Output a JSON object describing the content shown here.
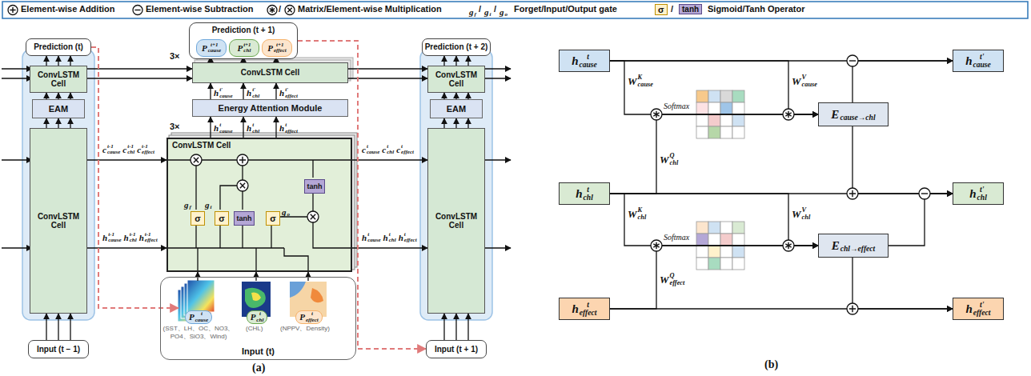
{
  "diagram": {
    "nodes": [
      {
        "text": [
          "Prediction (t)"
        ]
      },
      {
        "text": [
          "ConvLSTM Cell"
        ]
      },
      {
        "text": [
          "EAM"
        ]
      },
      {
        "text": [
          "ConvLSTM Cell"
        ]
      },
      {
        "text": [
          "Input (t − 1)"
        ]
      },
      {
        "text": [
          "Prediction (t + 1)"
        ]
      },
      {
        "text": [
          "P",
          "t+1",
          "cause"
        ],
        "in": 5
      },
      {
        "text": [
          "P",
          "t+1",
          "chl"
        ],
        "in": 5
      },
      {
        "text": [
          "P",
          "t+1",
          "effect"
        ],
        "in": 5
      },
      {
        "text": [
          "ConvLSTM Cell"
        ]
      },
      {
        "text": [
          "Energy Attention Module"
        ]
      },
      {
        "text": [
          "ConvLSTM Cell"
        ]
      },
      {
        "text": [
          "σ"
        ],
        "in": 11
      },
      {
        "text": [
          "σ"
        ],
        "in": 11
      },
      {
        "text": [
          "tanh"
        ],
        "in": 11
      },
      {
        "text": [
          "σ"
        ],
        "in": 11
      },
      {
        "text": [
          "tanh"
        ],
        "in": 11
      },
      {
        "text": [
          "Input (t)"
        ]
      },
      {
        "text": [
          "P",
          "t",
          "cause"
        ],
        "in": 17
      },
      {
        "text": [
          "P",
          "t",
          "chl"
        ],
        "in": 17
      },
      {
        "text": [
          "P",
          "t",
          "effect"
        ],
        "in": 17
      },
      {
        "text": [
          "Prediction (t + 2)"
        ]
      },
      {
        "text": [
          "ConvLSTM Cell"
        ]
      },
      {
        "text": [
          "EAM"
        ]
      },
      {
        "text": [
          "ConvLSTM Cell"
        ]
      },
      {
        "text": [
          "Input (t + 1)"
        ]
      },
      {
        "text": [
          "h",
          "t",
          "cause"
        ]
      },
      {
        "text": [
          "h",
          "t",
          "chl"
        ]
      },
      {
        "text": [
          "h",
          "t",
          "effect"
        ]
      },
      {
        "text": [
          "E",
          "cause→chl"
        ]
      },
      {
        "text": [
          "E",
          "chl→effect"
        ]
      },
      {
        "text": [
          "h",
          "t'",
          "cause"
        ]
      },
      {
        "text": [
          "h",
          "t'",
          "chl"
        ]
      },
      {
        "text": [
          "h",
          "t'",
          "effect"
        ]
      }
    ],
    "edges": [
      {
        "from": 4,
        "to": 3,
        "arrow": "to"
      },
      {
        "from": 4,
        "to": 3,
        "arrow": "to"
      },
      {
        "from": 4,
        "to": 3,
        "arrow": "to"
      },
      {
        "from": 3,
        "to": 2,
        "arrow": "to"
      },
      {
        "from": 3,
        "to": 2,
        "arrow": "to"
      },
      {
        "from": 3,
        "to": 2,
        "arrow": "to"
      },
      {
        "from": 2,
        "to": 1,
        "arrow": "to"
      },
      {
        "from": 2,
        "to": 1,
        "arrow": "to"
      },
      {
        "from": 2,
        "to": 1,
        "arrow": "to"
      },
      {
        "from": 1,
        "to": 0,
        "arrow": "to"
      },
      {
        "from": 1,
        "to": 0,
        "arrow": "to"
      },
      {
        "from": 1,
        "to": 0,
        "arrow": "to"
      },
      {
        "from": 11,
        "to": 10,
        "arrow": "to"
      },
      {
        "from": 11,
        "to": 10,
        "arrow": "to"
      },
      {
        "from": 11,
        "to": 10,
        "arrow": "to"
      },
      {
        "from": 10,
        "to": 9,
        "arrow": "to"
      },
      {
        "from": 10,
        "to": 9,
        "arrow": "to"
      },
      {
        "from": 10,
        "to": 9,
        "arrow": "to"
      },
      {
        "from": 9,
        "to": 6,
        "arrow": "to"
      },
      {
        "from": 9,
        "to": 7,
        "arrow": "to"
      },
      {
        "from": 9,
        "to": 8,
        "arrow": "to"
      },
      {
        "from": 18,
        "to": 11,
        "arrow": "to"
      },
      {
        "from": 19,
        "to": 11,
        "arrow": "to"
      },
      {
        "from": 20,
        "to": 11,
        "arrow": "to"
      },
      {
        "from": 25,
        "to": 24,
        "arrow": "to"
      },
      {
        "from": 25,
        "to": 24,
        "arrow": "to"
      },
      {
        "from": 25,
        "to": 24,
        "arrow": "to"
      },
      {
        "from": 24,
        "to": 23,
        "arrow": "to"
      },
      {
        "from": 24,
        "to": 23,
        "arrow": "to"
      },
      {
        "from": 24,
        "to": 23,
        "arrow": "to"
      },
      {
        "from": 23,
        "to": 22,
        "arrow": "to"
      },
      {
        "from": 23,
        "to": 22,
        "arrow": "to"
      },
      {
        "from": 23,
        "to": 22,
        "arrow": "to"
      },
      {
        "from": 22,
        "to": 21,
        "arrow": "to"
      },
      {
        "from": 22,
        "to": 21,
        "arrow": "to"
      },
      {
        "from": 22,
        "to": 21,
        "arrow": "to"
      },
      {
        "from": 3,
        "to": 11,
        "arrow": "to"
      },
      {
        "from": 3,
        "to": 11,
        "arrow": "to"
      },
      {
        "from": 11,
        "to": 24,
        "arrow": "to"
      },
      {
        "from": 11,
        "to": 24,
        "arrow": "to"
      },
      {
        "from": 1,
        "to": 9,
        "arrow": "to"
      },
      {
        "from": 1,
        "to": 9,
        "arrow": "to"
      },
      {
        "from": 9,
        "to": 22,
        "arrow": "to"
      },
      {
        "from": 9,
        "to": 22,
        "arrow": "to"
      },
      {
        "from": 0,
        "to": 18,
        "arrow": "to"
      },
      {
        "from": 5,
        "to": 25,
        "arrow": "to"
      },
      {
        "from": 26,
        "to": 31,
        "arrow": "to"
      },
      {
        "from": 26,
        "to": 29,
        "arrow": "to"
      },
      {
        "from": 26,
        "to": 29,
        "arrow": "to"
      },
      {
        "from": 27,
        "to": 29,
        "arrow": "to"
      },
      {
        "from": 29,
        "to": 31,
        "arrow": "to"
      },
      {
        "from": 29,
        "to": 32,
        "arrow": "to"
      },
      {
        "from": 27,
        "to": 32,
        "arrow": "to"
      },
      {
        "from": 27,
        "to": 30,
        "arrow": "to"
      },
      {
        "from": 27,
        "to": 30,
        "arrow": "to"
      },
      {
        "from": 28,
        "to": 30,
        "arrow": "to"
      },
      {
        "from": 30,
        "to": 32,
        "arrow": "to"
      },
      {
        "from": 30,
        "to": 33,
        "arrow": "to"
      },
      {
        "from": 28,
        "to": 33,
        "arrow": "to"
      }
    ],
    "labels": [
      "/",
      "g",
      "f",
      "/",
      "g",
      "i",
      "/",
      "g",
      "o",
      "σ",
      "/",
      "tanh",
      "3×",
      "3×",
      "c",
      "t-1",
      "cause",
      "c",
      "t-1",
      "chl",
      "c",
      "t-1",
      "effect",
      "h",
      "t-1",
      "cause",
      "h",
      "t-1",
      "chl",
      "h",
      "t-1",
      "effect",
      "c",
      "t",
      "cause",
      "c",
      "t",
      "chl",
      "c",
      "t",
      "effect",
      "h",
      "t",
      "cause",
      "h",
      "t",
      "chl",
      "h",
      "t",
      "effect",
      "h",
      "t",
      "cause",
      "h",
      "t",
      "chl",
      "h",
      "t",
      "effect",
      "h",
      "t'",
      "cause",
      "h",
      "t'",
      "chl",
      "h",
      "t'",
      "effect",
      "g",
      "f",
      "g",
      "i",
      "g",
      "o",
      "(SST、LH、OC、NO3、PO4、SiO3、Wind)",
      "(CHL)",
      "(NPPV、Density)",
      "(a)",
      "W",
      "K",
      "cause",
      "W",
      "V",
      "cause",
      "W",
      "Q",
      "chl",
      "Softmax",
      "W",
      "K",
      "chl",
      "W",
      "V",
      "chl",
      "W",
      "Q",
      "effect",
      "Softmax",
      "(b)"
    ],
    "legend": [
      {
        "text": "Element-wise Addition"
      },
      {
        "text": "Element-wise Subtraction"
      },
      {
        "text": "Matrix/Element-wise Multiplication"
      },
      {
        "text": "Forget/Input/Output gate"
      },
      {
        "text": "Sigmoid/Tanh Operator"
      }
    ]
  }
}
